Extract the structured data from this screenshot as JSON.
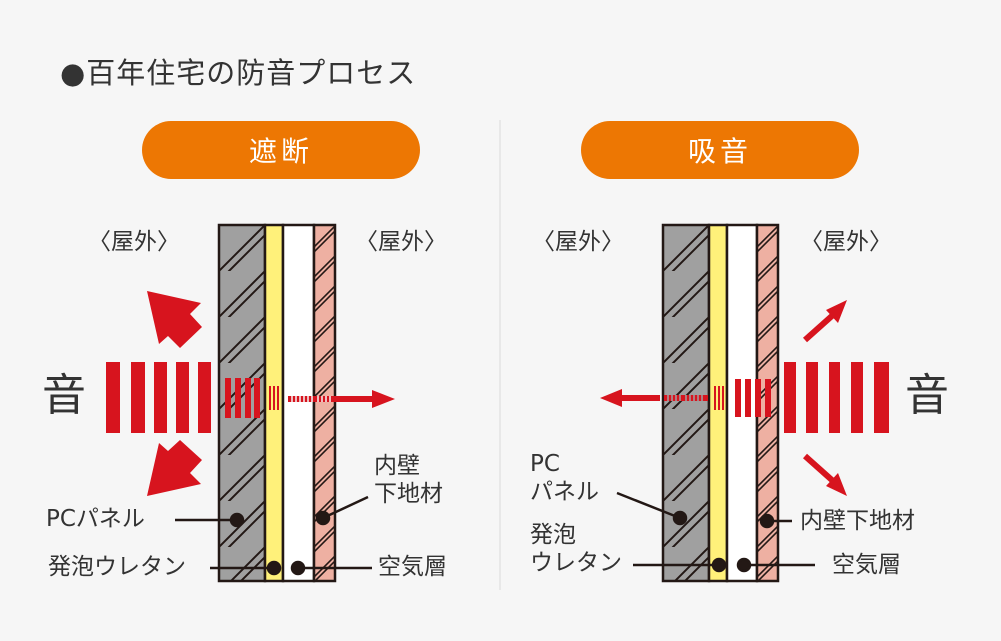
{
  "title": "●百年住宅の防音プロセス",
  "colors": {
    "accent_orange": "#ed7703",
    "sound_red": "#d7141e",
    "pc_panel_gray": "#a0a0a0",
    "urethane_yellow": "#fff17a",
    "air_white": "#ffffff",
    "inner_wall_pink": "#eeb0a2",
    "background": "#f6f6f6"
  },
  "panels": [
    {
      "name": "blocking",
      "heading": "遮断",
      "outside_left": "〈屋外〉",
      "outside_right": "〈屋外〉",
      "sound_label": "音",
      "labels": {
        "pc_panel": "PCパネル",
        "urethane": "発泡ウレタン",
        "inner_wall_line1": "内壁",
        "inner_wall_line2": "下地材",
        "air_layer": "空気層"
      }
    },
    {
      "name": "absorption",
      "heading": "吸音",
      "outside_left": "〈屋外〉",
      "outside_right": "〈屋外〉",
      "sound_label": "音",
      "labels": {
        "pc_line1": "PC",
        "pc_line2": "パネル",
        "urethane_line1": "発泡",
        "urethane_line2": "ウレタン",
        "inner_wall": "内壁下地材",
        "air_layer": "空気層"
      }
    }
  ]
}
